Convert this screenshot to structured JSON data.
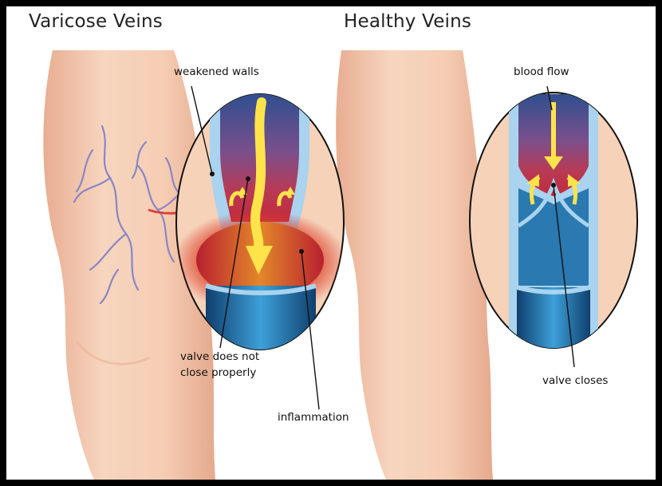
{
  "titles": {
    "left": "Varicose Veins",
    "right": "Healthy Veins"
  },
  "labels": {
    "weakened_walls": "weakened walls",
    "valve_not_close_line1": "valve does not",
    "valve_not_close_line2": "close properly",
    "inflammation": "inflammation",
    "blood_flow": "blood flow",
    "valve_closes": "valve closes"
  },
  "colors": {
    "skin": "#f5cfb5",
    "skin_shadow": "#e9b295",
    "varicose_vein": "#8a86c4",
    "vein_wall": "#a9d3ee",
    "vein_blue": "#1f6fa5",
    "blood_red": "#c0293a",
    "inflammation": "#e8521f",
    "arrow_yellow": "#ffe34a",
    "pointer_red": "#e0403a",
    "frame": "#000000"
  }
}
